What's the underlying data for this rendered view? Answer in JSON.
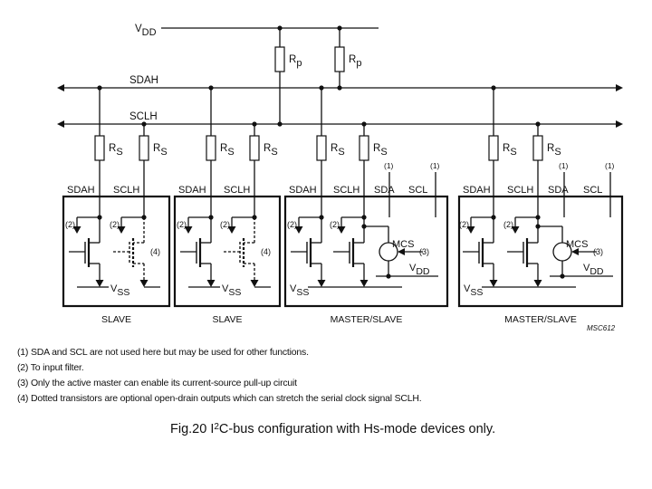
{
  "rails": {
    "vdd_label": "V",
    "vdd_sub": "DD",
    "sdah_label": "SDAH",
    "sclh_label": "SCLH"
  },
  "pullups": [
    {
      "label": "R",
      "sub": "p",
      "connects": "SCLH"
    },
    {
      "label": "R",
      "sub": "p",
      "connects": "SDAH"
    }
  ],
  "series_resistor": {
    "label": "R",
    "sub": "S"
  },
  "devices": [
    {
      "type": "slave",
      "name": "SLAVE",
      "pins": [
        "SDAH",
        "SCLH"
      ],
      "optional_clock_stretch": true,
      "note_filter": "(2)",
      "note_dotted": "(4)",
      "vss": "SS"
    },
    {
      "type": "slave",
      "name": "SLAVE",
      "pins": [
        "SDAH",
        "SCLH"
      ],
      "optional_clock_stretch": true,
      "note_filter": "(2)",
      "note_dotted": "(4)",
      "vss": "SS"
    },
    {
      "type": "master",
      "name": "MASTER/SLAVE",
      "pins": [
        "SDAH",
        "SCLH",
        "SDA",
        "SCL"
      ],
      "unused_note": "(1)",
      "note_filter": "(2)",
      "current_source": "MCS",
      "cs_note": "(3)",
      "vdd": "DD",
      "vss": "SS"
    },
    {
      "type": "master",
      "name": "MASTER/SLAVE",
      "pins": [
        "SDAH",
        "SCLH",
        "SDA",
        "SCL"
      ],
      "unused_note": "(1)",
      "note_filter": "(2)",
      "current_source": "MCS",
      "cs_note": "(3)",
      "vdd": "DD",
      "vss": "SS"
    }
  ],
  "drawing_code": "MSC612",
  "notes": [
    "(1) SDA and SCL are not used here but may be used for other functions.",
    "(2) To input filter.",
    "(3) Only the active master can enable its current-source pull-up circuit",
    "(4) Dotted transistors are optional open-drain outputs which can stretch the serial clock signal SCLH."
  ],
  "caption": {
    "prefix": "Fig.20  I",
    "sup": "2",
    "suffix": "C-bus configuration with Hs-mode devices only."
  }
}
